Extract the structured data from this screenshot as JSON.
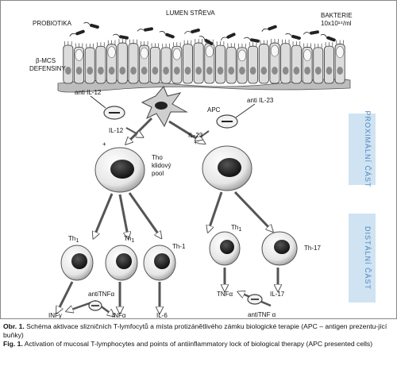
{
  "labels": {
    "probiotics": "PROBIOTIKA",
    "lumen": "LUMEN STŘEVA",
    "bacteria": "BAKTERIE",
    "bacteria_count": "10x10¹⁴/ml",
    "defensins_line1": "β-MCS",
    "defensins_line2": "DEFENSINY",
    "anti_il12": "anti IL-12",
    "il12": "IL-12",
    "apc": "APC",
    "anti_il23": "anti IL-23",
    "il23": "IL-23",
    "plus": "+",
    "tho_line1": "Tho",
    "tho_line2": "klidový",
    "tho_line3": "pool",
    "th1_a": "Th",
    "th1_b": "Th",
    "th1_sub": "1",
    "th1_c": "Th-1",
    "th1_d": "Th",
    "th17": "Th-17",
    "anti_tnf_left": "antiTNFα",
    "ifn": "INFγ",
    "inf_alpha": "INFα",
    "il6": "IL-6",
    "tnf": "TNFα",
    "il17": "IL-17",
    "anti_tnf_right": "antiTNF α",
    "proximal": "PROXIMÁLNÍ ČÁST",
    "distal": "DISTÁLNÍ ČÁST"
  },
  "colors": {
    "side_bar": "#cfe3f2",
    "side_text": "#4a86c0",
    "cell_fill": "#efefef",
    "nucleus": "#1a1a1a"
  },
  "caption": {
    "cz_prefix": "Obr. 1.",
    "cz_text": "Schéma aktivace slizničních T-lymfocytů a místa protizánětlivého zámku biologické terapie (APC – antigen prezentu-jící buňky)",
    "en_prefix": "Fig. 1.",
    "en_text": "Activation of mucosal T-lymphocytes and points of antiinflammatory lock of biological therapy (APC presented cells)"
  }
}
